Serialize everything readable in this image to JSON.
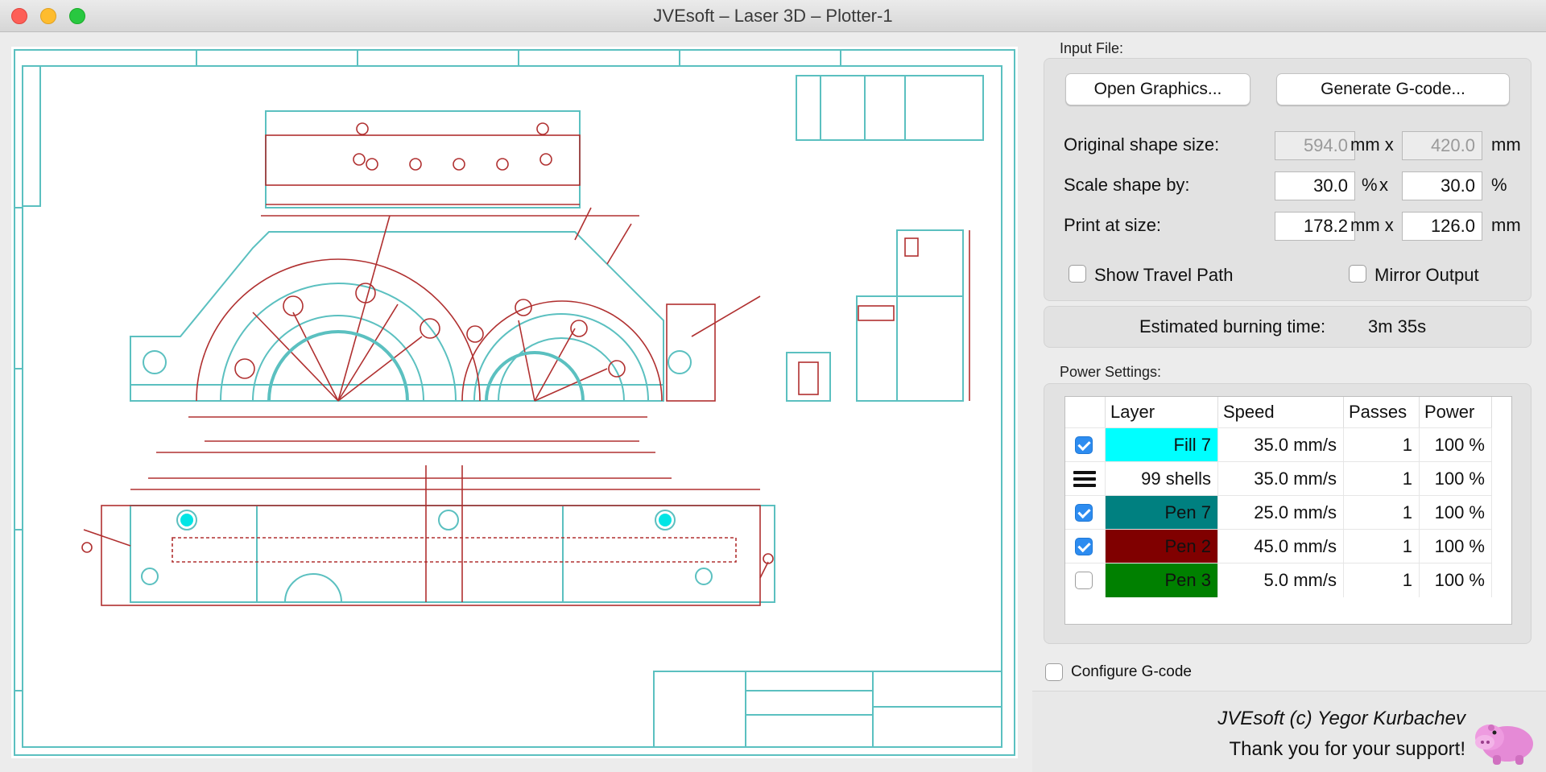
{
  "window": {
    "title": "JVEsoft – Laser 3D – Plotter-1"
  },
  "input_file": {
    "section_label": "Input File:",
    "open_button": "Open Graphics...",
    "generate_button": "Generate G-code...",
    "original_label": "Original shape size:",
    "original_w": "594.0",
    "original_h": "420.0",
    "scale_label": "Scale shape by:",
    "scale_w": "30.0",
    "scale_h": "30.0",
    "print_label": "Print at size:",
    "print_w": "178.2",
    "print_h": "126.0",
    "unit_mm": "mm",
    "unit_mmx": "mm x",
    "unit_pct": "%",
    "unit_x": "x",
    "show_travel": "Show Travel Path",
    "mirror_output": "Mirror Output"
  },
  "estimate": {
    "label": "Estimated burning time:",
    "value": "3m 35s"
  },
  "power": {
    "section_label": "Power Settings:",
    "headers": [
      "Layer",
      "Speed",
      "Passes",
      "Power"
    ],
    "rows": [
      {
        "checked": true,
        "control": "checkbox",
        "layer": "Fill 7",
        "color": "#00ffff",
        "text_color": "#111111",
        "speed": "35.0 mm/s",
        "passes": "1",
        "power": "100 %"
      },
      {
        "checked": false,
        "control": "menu-icon",
        "layer": "99 shells",
        "color": "#ffffff",
        "text_color": "#111111",
        "speed": "35.0 mm/s",
        "passes": "1",
        "power": "100 %"
      },
      {
        "checked": true,
        "control": "checkbox",
        "layer": "Pen 7",
        "color": "#008080",
        "text_color": "#111111",
        "speed": "25.0 mm/s",
        "passes": "1",
        "power": "100 %"
      },
      {
        "checked": true,
        "control": "checkbox",
        "layer": "Pen 2",
        "color": "#800000",
        "text_color": "#111111",
        "speed": "45.0 mm/s",
        "passes": "1",
        "power": "100 %"
      },
      {
        "checked": false,
        "control": "checkbox",
        "layer": "Pen 3",
        "color": "#008000",
        "text_color": "#111111",
        "speed": "5.0 mm/s",
        "passes": "1",
        "power": "100 %"
      }
    ]
  },
  "configure_gcode": "Configure G-code",
  "credit": {
    "line1": "JVEsoft (c) Yegor Kurbachev",
    "line2": "Thank you for your support!"
  },
  "drawing_colors": {
    "cyan": "#5bc0c0",
    "red": "#b03030"
  }
}
